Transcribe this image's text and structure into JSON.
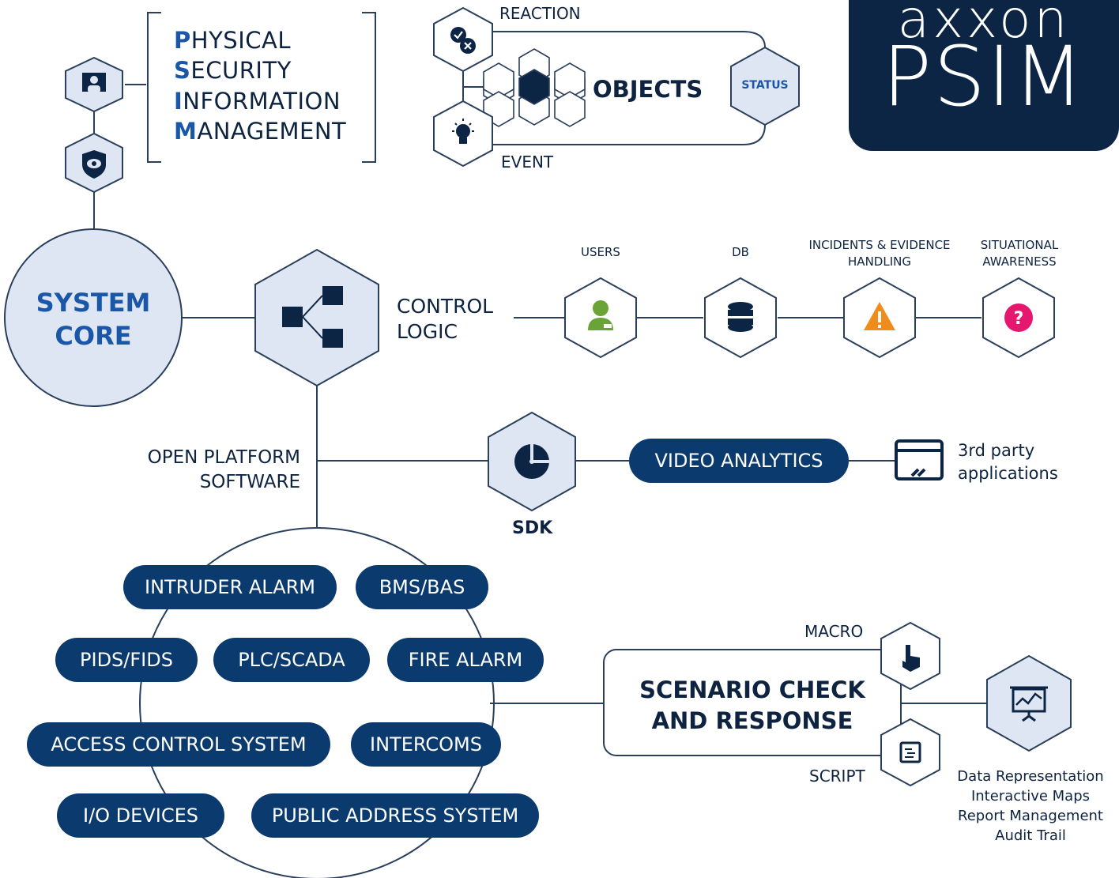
{
  "logo": {
    "line1": "axxon",
    "line2": "PSIM"
  },
  "psim_title": {
    "lines": [
      {
        "initial": "P",
        "rest": "HYSICAL"
      },
      {
        "initial": "S",
        "rest": "ECURITY"
      },
      {
        "initial": "I",
        "rest": "NFORMATION"
      },
      {
        "initial": "M",
        "rest": "ANAGEMENT"
      }
    ]
  },
  "objects_block": {
    "reaction": "REACTION",
    "event": "EVENT",
    "objects": "OBJECTS",
    "status": "STATUS"
  },
  "system_core": {
    "line1": "SYSTEM",
    "line2": "CORE"
  },
  "control_logic": {
    "line1": "CONTROL",
    "line2": "LOGIC"
  },
  "modules": [
    {
      "label_line1": "USERS",
      "label_line2": "",
      "icon": "user-icon",
      "color": "#6aa436"
    },
    {
      "label_line1": "DB",
      "label_line2": "",
      "icon": "database-icon",
      "color": "#0c2544"
    },
    {
      "label_line1": "INCIDENTS & EVIDENCE",
      "label_line2": "HANDLING",
      "icon": "warning-icon",
      "color": "#f08c1a"
    },
    {
      "label_line1": "SITUATIONAL",
      "label_line2": "AWARENESS",
      "icon": "question-icon",
      "color": "#e6176e"
    }
  ],
  "open_platform": {
    "line1": "OPEN PLATFORM",
    "line2": "SOFTWARE"
  },
  "sdk": {
    "label": "SDK"
  },
  "video_analytics": "VIDEO ANALYTICS",
  "third_party": {
    "line1": "3rd party",
    "line2": "applications"
  },
  "subsystems": [
    "INTRUDER ALARM",
    "BMS/BAS",
    "PIDS/FIDS",
    "PLC/SCADA",
    "FIRE ALARM",
    "ACCESS CONTROL SYSTEM",
    "INTERCOMS",
    "I/O DEVICES",
    "PUBLIC ADDRESS SYSTEM"
  ],
  "scenario": {
    "line1": "SCENARIO CHECK",
    "line2": "AND RESPONSE",
    "macro": "MACRO",
    "script": "SCRIPT"
  },
  "reporting": [
    "Data Representation",
    "Interactive Maps",
    "Report Management",
    "Audit Trail"
  ],
  "colors": {
    "navy": "#0c2544",
    "accent_blue": "#1a57a8",
    "pill_blue": "#0b3a6e",
    "hex_fill": "#dfe6f3",
    "line": "#2a3f5c"
  }
}
